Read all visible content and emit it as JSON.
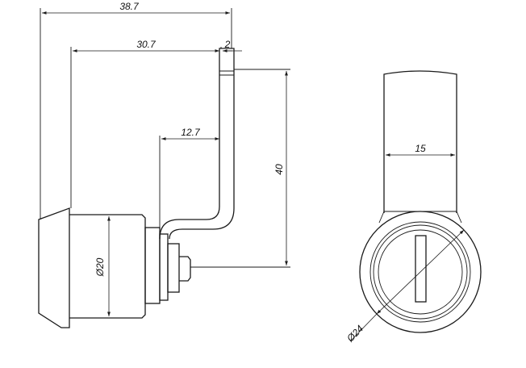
{
  "dimensions": {
    "overall_length": "38.7",
    "body_length": "30.7",
    "cam_thickness": "2",
    "cam_offset": "12.7",
    "cam_length": "40",
    "body_diameter": "Ø20",
    "face_width": "15",
    "head_diameter": "Ø24"
  },
  "colors": {
    "line": "#1a1a1a",
    "background": "#ffffff"
  }
}
